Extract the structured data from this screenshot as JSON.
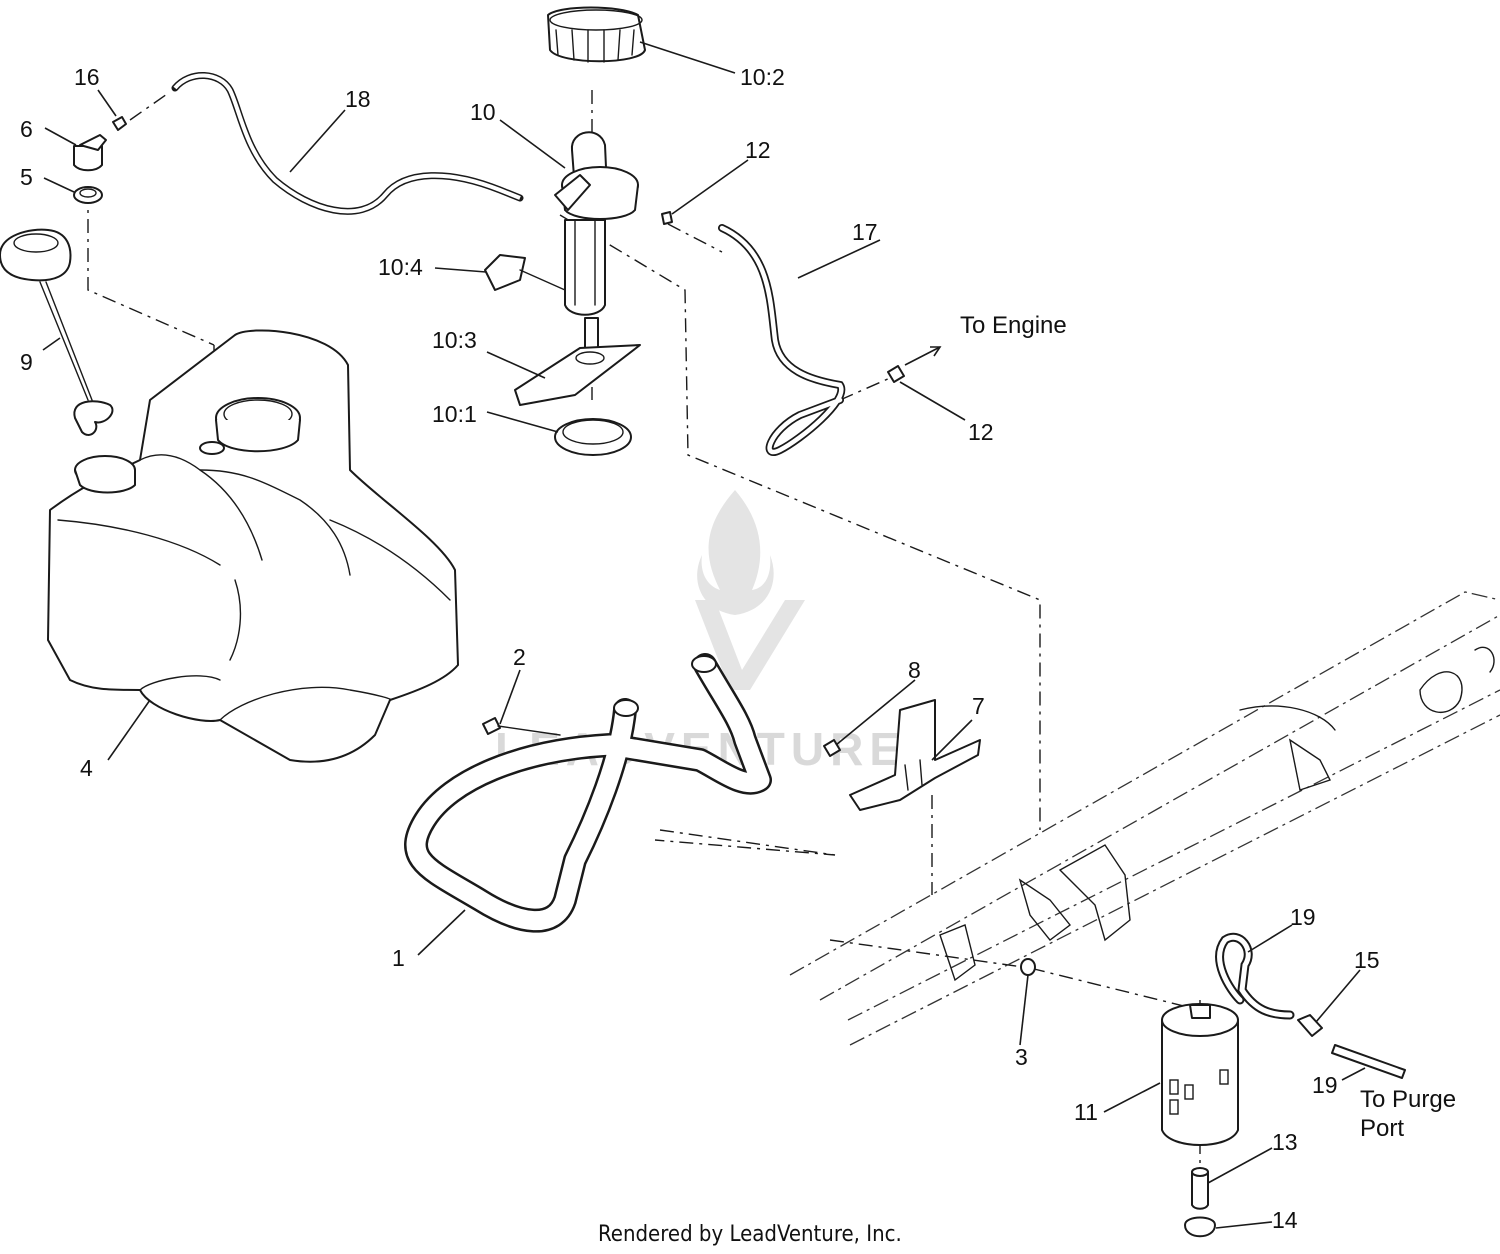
{
  "callouts": [
    {
      "id": "c1",
      "text": "1"
    },
    {
      "id": "c2",
      "text": "2"
    },
    {
      "id": "c3",
      "text": "3"
    },
    {
      "id": "c4",
      "text": "4"
    },
    {
      "id": "c5",
      "text": "5"
    },
    {
      "id": "c6",
      "text": "6"
    },
    {
      "id": "c7",
      "text": "7"
    },
    {
      "id": "c8",
      "text": "8"
    },
    {
      "id": "c9",
      "text": "9"
    },
    {
      "id": "c10",
      "text": "10"
    },
    {
      "id": "c10_1",
      "text": "10:1"
    },
    {
      "id": "c10_2",
      "text": "10:2"
    },
    {
      "id": "c10_3",
      "text": "10:3"
    },
    {
      "id": "c10_4",
      "text": "10:4"
    },
    {
      "id": "c11",
      "text": "11"
    },
    {
      "id": "c12a",
      "text": "12"
    },
    {
      "id": "c12b",
      "text": "12"
    },
    {
      "id": "c13",
      "text": "13"
    },
    {
      "id": "c14",
      "text": "14"
    },
    {
      "id": "c15",
      "text": "15"
    },
    {
      "id": "c16",
      "text": "16"
    },
    {
      "id": "c17",
      "text": "17"
    },
    {
      "id": "c18",
      "text": "18"
    },
    {
      "id": "c19a",
      "text": "19"
    },
    {
      "id": "c19b",
      "text": "19"
    }
  ],
  "notes": {
    "to_engine": "To Engine",
    "to_purge_line1": "To Purge",
    "to_purge_line2": "Port"
  },
  "watermark": "LEADVENTURE",
  "footer": "Rendered by LeadVenture, Inc."
}
